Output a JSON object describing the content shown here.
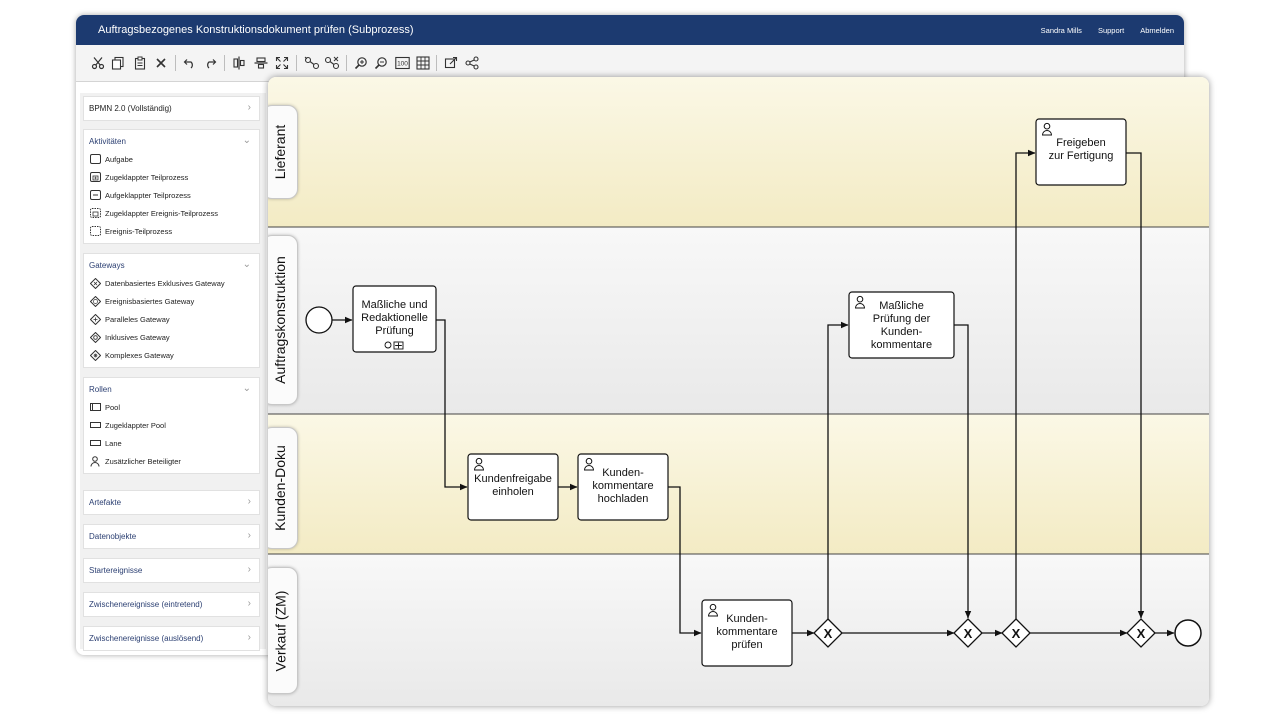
{
  "window": {
    "title": "Auftragsbezogenes Konstruktionsdokument prüfen (Subprozess)",
    "user": "Sandra Mills",
    "support": "Support",
    "logout": "Abmelden"
  },
  "toolbar": {
    "buttons": [
      "cut-icon",
      "copy-icon",
      "paste-icon",
      "delete-icon",
      "undo-icon",
      "redo-icon",
      "align-vertical-icon",
      "align-horizontal-icon",
      "fit-icon",
      "connect-icon",
      "reconnect-icon",
      "zoom-in-icon",
      "zoom-out-icon",
      "zoom-100-icon",
      "grid-icon",
      "export-icon",
      "share-icon"
    ],
    "zoom_label": "100"
  },
  "sidebar": {
    "palette": "BPMN 2.0 (Vollständig)",
    "activities": {
      "header": "Aktivitäten",
      "items": [
        "Aufgabe",
        "Zugeklappter Teilprozess",
        "Aufgeklappter Teilprozess",
        "Zugeklappter Ereignis-Teilprozess",
        "Ereignis-Teilprozess"
      ]
    },
    "gateways": {
      "header": "Gateways",
      "items": [
        "Datenbasiertes Exklusives Gateway",
        "Ereignisbasiertes Gateway",
        "Paralleles Gateway",
        "Inklusives Gateway",
        "Komplexes Gateway"
      ]
    },
    "roles": {
      "header": "Rollen",
      "items": [
        "Pool",
        "Zugeklappter Pool",
        "Lane",
        "Zusätzlicher Beteiligter"
      ]
    },
    "collapsed": [
      "Artefakte",
      "Datenobjekte",
      "Startereignisse",
      "Zwischenereignisse (eintretend)",
      "Zwischenereignisse (auslösend)"
    ]
  },
  "diagram": {
    "lanes": [
      "Lieferant",
      "Auftragskonstruktion",
      "Kunden-Doku",
      "Verkauf (ZM)"
    ],
    "tasks": {
      "pruefung": [
        "Maßliche und",
        "Redaktionelle",
        "Prüfung"
      ],
      "kundenfreigabe": [
        "Kundenfreigabe",
        "einholen"
      ],
      "hochladen": [
        "Kunden-",
        "kommentare",
        "hochladen"
      ],
      "kommentare_pruefen": [
        "Kunden-",
        "kommentare",
        "prüfen"
      ],
      "massliche_pruefung": [
        "Maßliche",
        "Prüfung der",
        "Kunden-",
        "kommentare"
      ],
      "freigeben": [
        "Freigeben",
        "zur Fertigung"
      ]
    },
    "gateway_symbol": "X"
  },
  "colors": {
    "header_bg": "#1c3a70",
    "lane_yellow": "#f6f0d2",
    "lane_gray": "#efefef",
    "sidebar_header": "#2b3f72"
  }
}
